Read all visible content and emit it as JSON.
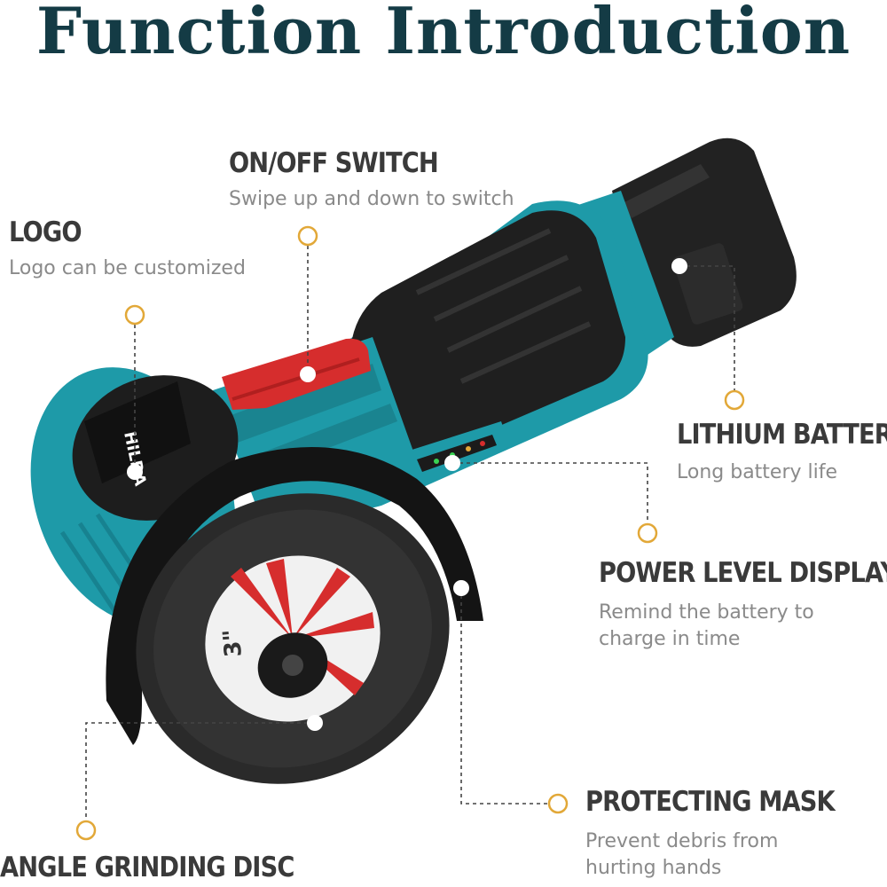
{
  "title": "Function Introduction",
  "features": {
    "onoff": {
      "heading": "ON/OFF SWITCH",
      "desc": "Swipe up and down to switch"
    },
    "logo": {
      "heading": "LOGO",
      "desc": "Logo can be customized"
    },
    "battery": {
      "heading": "LITHIUM BATTERY",
      "desc": "Long battery life"
    },
    "power": {
      "heading": "POWER LEVEL DISPLAY",
      "desc_line1": "Remind the battery to",
      "desc_line2": "charge in time"
    },
    "mask": {
      "heading": "PROTECTING MASK",
      "desc_line1": "Prevent debris from",
      "desc_line2": "hurting hands"
    },
    "disc": {
      "heading": "ANGLE GRINDING DISC"
    }
  },
  "product_marks": {
    "brand": "HILDA",
    "disc_size": "3\""
  },
  "colors": {
    "title": "#143b45",
    "teal": "#1e9aa8",
    "switch_red": "#d62d2d",
    "marker": "#e2a838"
  }
}
